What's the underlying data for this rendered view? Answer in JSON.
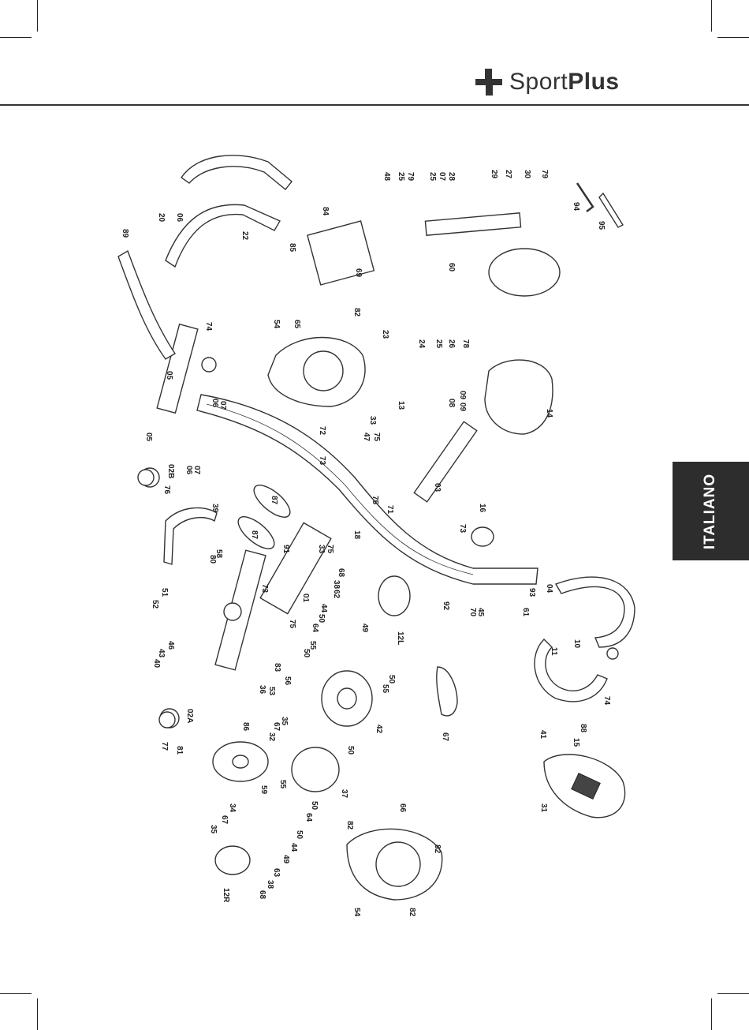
{
  "brand": {
    "name_light": "Sport",
    "name_bold": "Plus"
  },
  "language_tab": "ITALIANO",
  "labels": [
    "89",
    "20",
    "06",
    "22",
    "84",
    "85",
    "69",
    "74",
    "05",
    "07",
    "06",
    "05",
    "02B",
    "07",
    "06",
    "76",
    "54",
    "65",
    "82",
    "48",
    "25",
    "79",
    "25",
    "07",
    "28",
    "29",
    "27",
    "30",
    "79",
    "94",
    "95",
    "09",
    "23",
    "24",
    "25",
    "26",
    "78",
    "60",
    "13",
    "33",
    "47",
    "75",
    "72",
    "14",
    "08",
    "09",
    "03",
    "73",
    "75",
    "71",
    "16",
    "73",
    "87",
    "87",
    "39",
    "91",
    "58",
    "80",
    "73",
    "33",
    "75",
    "18",
    "68",
    "38",
    "62",
    "12L",
    "44",
    "50",
    "49",
    "64",
    "55",
    "50",
    "55",
    "50",
    "45",
    "70",
    "92",
    "93",
    "01",
    "04",
    "61",
    "10",
    "11",
    "74",
    "88",
    "51",
    "52",
    "46",
    "43",
    "40",
    "75",
    "83",
    "56",
    "36",
    "53",
    "02A",
    "81",
    "77",
    "35",
    "67",
    "32",
    "86",
    "42",
    "67",
    "41",
    "15",
    "31",
    "50",
    "59",
    "37",
    "34",
    "67",
    "35",
    "55",
    "50",
    "64",
    "50",
    "44",
    "49",
    "63",
    "38",
    "68",
    "12R",
    "66",
    "82",
    "82",
    "54",
    "82"
  ]
}
